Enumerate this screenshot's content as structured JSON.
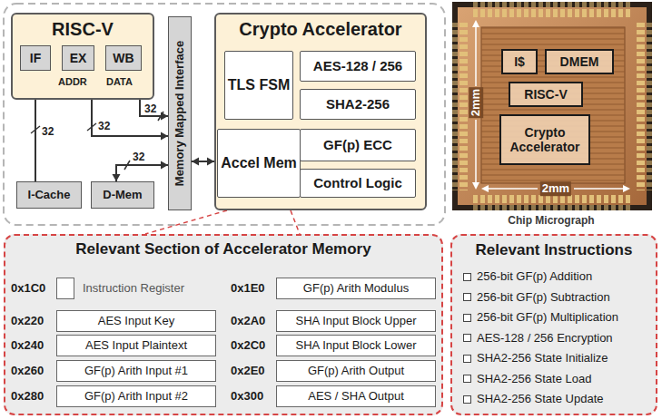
{
  "diagram": {
    "nodes": [
      {
        "text": [
          "RISC-V"
        ]
      },
      {
        "text": [
          "IF"
        ],
        "in": 0
      },
      {
        "text": [
          "EX"
        ],
        "in": 0
      },
      {
        "text": [
          "WB"
        ],
        "in": 0
      },
      {
        "text": [
          "I-Cache"
        ]
      },
      {
        "text": [
          "D-Mem"
        ]
      },
      {
        "text": [
          "Memory Mapped Interface"
        ]
      },
      {
        "text": [
          "Crypto Accelerator"
        ]
      },
      {
        "text": [
          "TLS FSM"
        ],
        "in": 7
      },
      {
        "text": [
          "Accel Mem"
        ],
        "in": 7
      },
      {
        "text": [
          "AES-128 / 256"
        ],
        "in": 7
      },
      {
        "text": [
          "SHA2-256"
        ],
        "in": 7
      },
      {
        "text": [
          "GF(p) ECC"
        ],
        "in": 7
      },
      {
        "text": [
          "Control Logic"
        ],
        "in": 7
      },
      {
        "text": [
          "I$"
        ]
      },
      {
        "text": [
          "DMEM"
        ]
      },
      {
        "text": [
          "RISC-V"
        ]
      },
      {
        "text": [
          "Crypto Accelerator"
        ]
      },
      {
        "text": [
          "Relevant Section of Accelerator Memory"
        ]
      },
      {
        "text": [
          "Instruction Register"
        ],
        "in": 18
      },
      {
        "text": [
          "AES Input Key"
        ],
        "in": 18
      },
      {
        "text": [
          "AES Input Plaintext"
        ],
        "in": 18
      },
      {
        "text": [
          "GF(p) Arith Input #1"
        ],
        "in": 18
      },
      {
        "text": [
          "GF(p) Arith Input #2"
        ],
        "in": 18
      },
      {
        "text": [
          "GF(p) Arith Modulus"
        ],
        "in": 18
      },
      {
        "text": [
          "SHA Input Block Upper"
        ],
        "in": 18
      },
      {
        "text": [
          "SHA Input Block Lower"
        ],
        "in": 18
      },
      {
        "text": [
          "GF(p) Arith Output"
        ],
        "in": 18
      },
      {
        "text": [
          "AES / SHA Output"
        ],
        "in": 18
      },
      {
        "text": [
          "Relevant Instructions",
          "256-bit GF(p) Addition",
          "256-bit GF(p) Subtraction",
          "256-bit GF(p) Multiplication",
          "AES-128 / 256 Encryption",
          "SHA2-256 State Initialize",
          "SHA2-256 State Load",
          "SHA2-256 State Update"
        ]
      }
    ],
    "edges": [
      {
        "from": 4,
        "to": 1,
        "arrow": "to"
      },
      {
        "from": 2,
        "to": 6,
        "arrow": "to"
      },
      {
        "from": 3,
        "to": 6,
        "arrow": "both"
      },
      {
        "from": 6,
        "to": 5,
        "arrow": "both"
      },
      {
        "from": 6,
        "to": 7,
        "arrow": "both"
      }
    ],
    "labels": [
      "32",
      "32",
      "32",
      "32",
      "ADDR",
      "DATA",
      "2mm",
      "2mm",
      "Chip Micrograph",
      "0x1C0",
      "0x220",
      "0x240",
      "0x260",
      "0x280",
      "0x1E0",
      "0x2A0",
      "0x2C0",
      "0x2E0",
      "0x300"
    ]
  }
}
